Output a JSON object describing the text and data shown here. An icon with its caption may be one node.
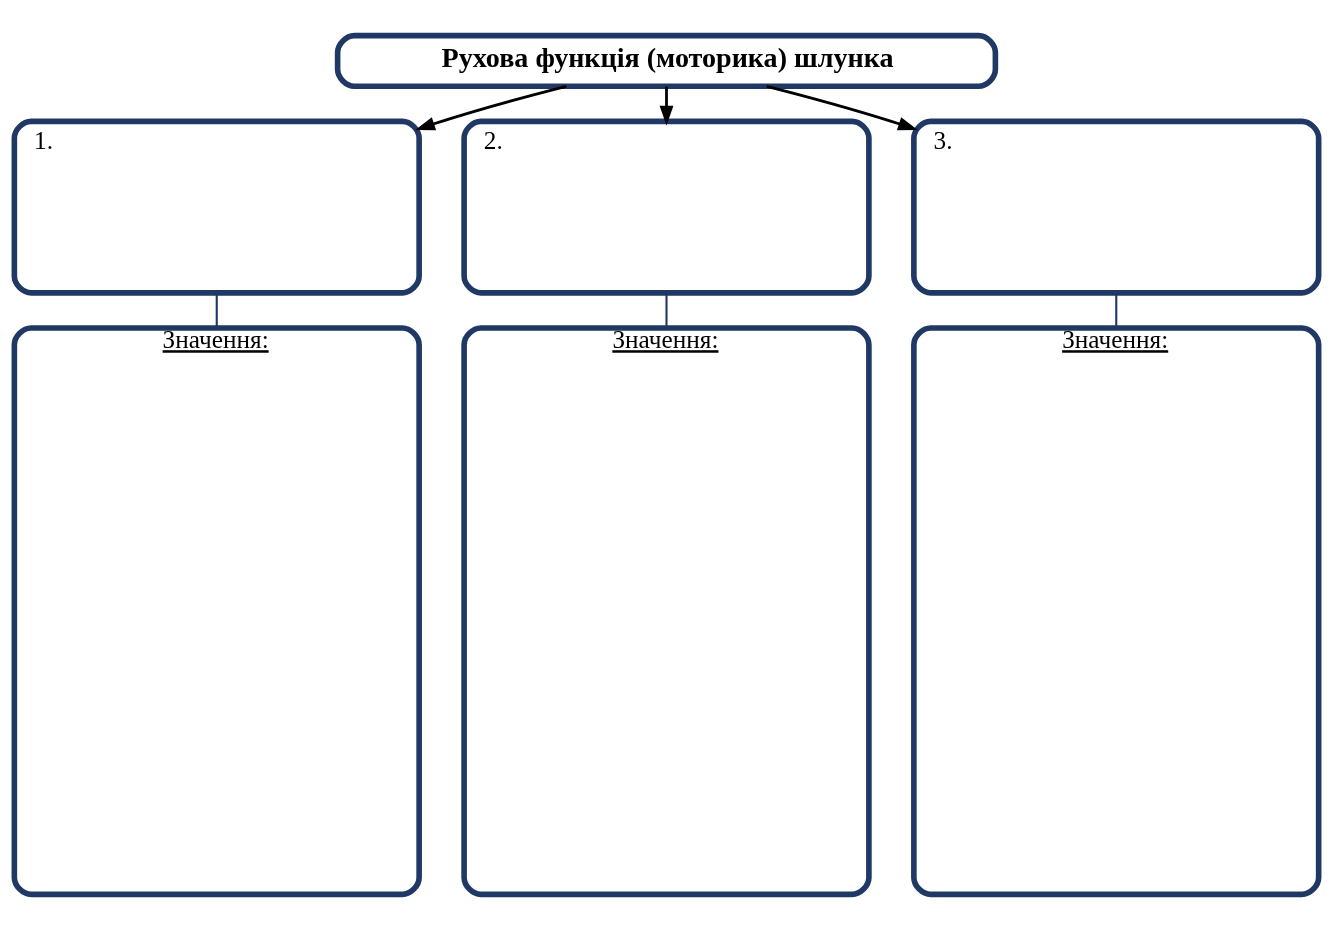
{
  "diagram": {
    "nodes": [
      {
        "text": [
          "Рухова функція (моторика) шлунка"
        ]
      },
      {
        "text": [
          "1."
        ]
      },
      {
        "text": [
          "2."
        ]
      },
      {
        "text": [
          "3."
        ]
      },
      {
        "text": [
          "Значення:"
        ]
      },
      {
        "text": [
          "Значення:"
        ]
      },
      {
        "text": [
          "Значення:"
        ]
      }
    ],
    "edges": [
      {
        "from": 0,
        "to": 1,
        "arrow": "to"
      },
      {
        "from": 0,
        "to": 2,
        "arrow": "to"
      },
      {
        "from": 0,
        "to": 3,
        "arrow": "to"
      },
      {
        "from": 1,
        "to": 4,
        "arrow": "none",
        "color": "#1f3864"
      },
      {
        "from": 2,
        "to": 5,
        "arrow": "none",
        "color": "#1f3864"
      },
      {
        "from": 3,
        "to": 6,
        "arrow": "none",
        "color": "#1f3864"
      }
    ]
  }
}
